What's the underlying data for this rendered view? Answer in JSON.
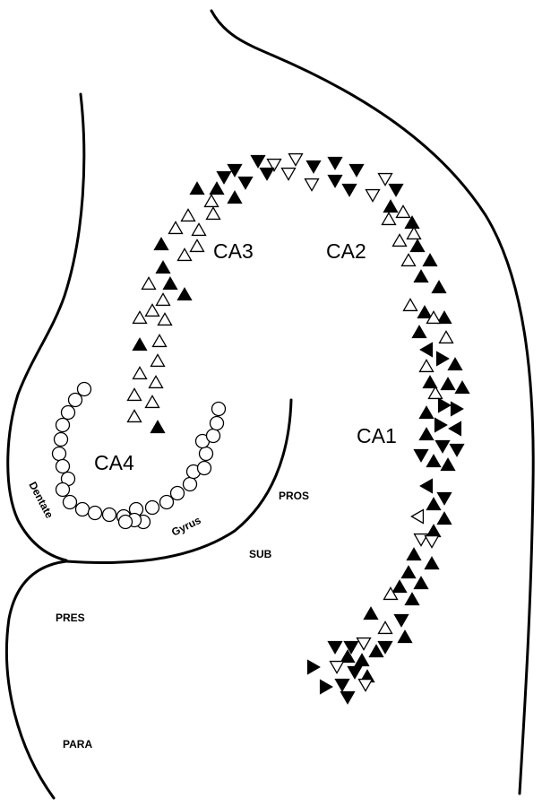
{
  "labels": {
    "ca1": "CA1",
    "ca2": "CA2",
    "ca3": "CA3",
    "ca4": "CA4",
    "dentate": "Dentate",
    "gyrus": "Gyrus",
    "pros": "PROS",
    "sub": "SUB",
    "pres": "PRES",
    "para": "PARA"
  },
  "legend_symbols": {
    "filled_triangle": "filled-triangle-marker",
    "open_triangle": "open-triangle-marker",
    "open_circle": "open-circle-marker"
  },
  "colors": {
    "ink": "#000000",
    "background": "#ffffff"
  }
}
